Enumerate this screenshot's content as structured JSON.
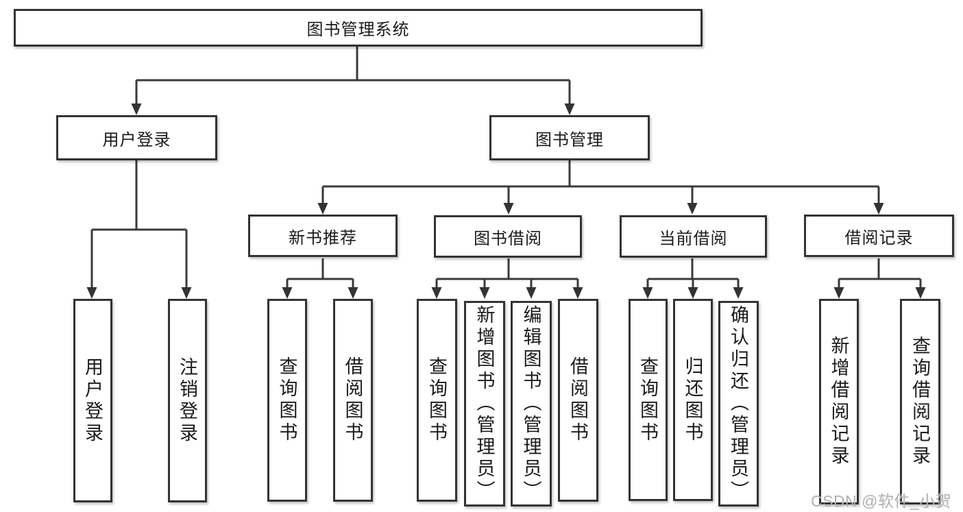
{
  "diagram": {
    "title": "图书管理系统",
    "type": "hierarchy-tree"
  },
  "nodes": {
    "root": {
      "label": "图书管理系统"
    },
    "user_login": {
      "label": "用户登录"
    },
    "book_management": {
      "label": "图书管理"
    },
    "new_book_recommend": {
      "label": "新书推荐"
    },
    "book_borrow": {
      "label": "图书借阅"
    },
    "current_borrow": {
      "label": "当前借阅"
    },
    "borrow_records": {
      "label": "借阅记录"
    },
    "leaf_user_login": {
      "label": "用户登录"
    },
    "leaf_logout": {
      "label": "注销登录"
    },
    "leaf_query_book_recommend": {
      "label": "查询图书"
    },
    "leaf_borrow_book_recommend": {
      "label": "借阅图书"
    },
    "leaf_query_book_borrow": {
      "label": "查询图书"
    },
    "leaf_add_book_admin": {
      "label": "新增图书（管理员）"
    },
    "leaf_edit_book_admin": {
      "label": "编辑图书（管理员）"
    },
    "leaf_borrow_book_borrow": {
      "label": "借阅图书"
    },
    "leaf_query_book_current": {
      "label": "查询图书"
    },
    "leaf_return_book": {
      "label": "归还图书"
    },
    "leaf_confirm_return_admin": {
      "label": "确认归还（管理员）"
    },
    "leaf_add_borrow_record": {
      "label": "新增借阅记录"
    },
    "leaf_query_borrow_record": {
      "label": "查询借阅记录"
    }
  },
  "edges": [
    [
      "root",
      "user_login"
    ],
    [
      "root",
      "book_management"
    ],
    [
      "user_login",
      "leaf_user_login"
    ],
    [
      "user_login",
      "leaf_logout"
    ],
    [
      "book_management",
      "new_book_recommend"
    ],
    [
      "book_management",
      "book_borrow"
    ],
    [
      "book_management",
      "current_borrow"
    ],
    [
      "book_management",
      "borrow_records"
    ],
    [
      "new_book_recommend",
      "leaf_query_book_recommend"
    ],
    [
      "new_book_recommend",
      "leaf_borrow_book_recommend"
    ],
    [
      "book_borrow",
      "leaf_query_book_borrow"
    ],
    [
      "book_borrow",
      "leaf_add_book_admin"
    ],
    [
      "book_borrow",
      "leaf_edit_book_admin"
    ],
    [
      "book_borrow",
      "leaf_borrow_book_borrow"
    ],
    [
      "current_borrow",
      "leaf_query_book_current"
    ],
    [
      "current_borrow",
      "leaf_return_book"
    ],
    [
      "current_borrow",
      "leaf_confirm_return_admin"
    ],
    [
      "borrow_records",
      "leaf_add_borrow_record"
    ],
    [
      "borrow_records",
      "leaf_query_borrow_record"
    ]
  ],
  "watermark": {
    "text": "CSDN @软件_小贺同学",
    "color": "#b3b3b3"
  },
  "colors": {
    "background": "#ffffff",
    "box_border": "#333333",
    "connector_line": "#3a3a3a",
    "text": "#1a1a1a",
    "watermark": "#b3b3b3"
  }
}
